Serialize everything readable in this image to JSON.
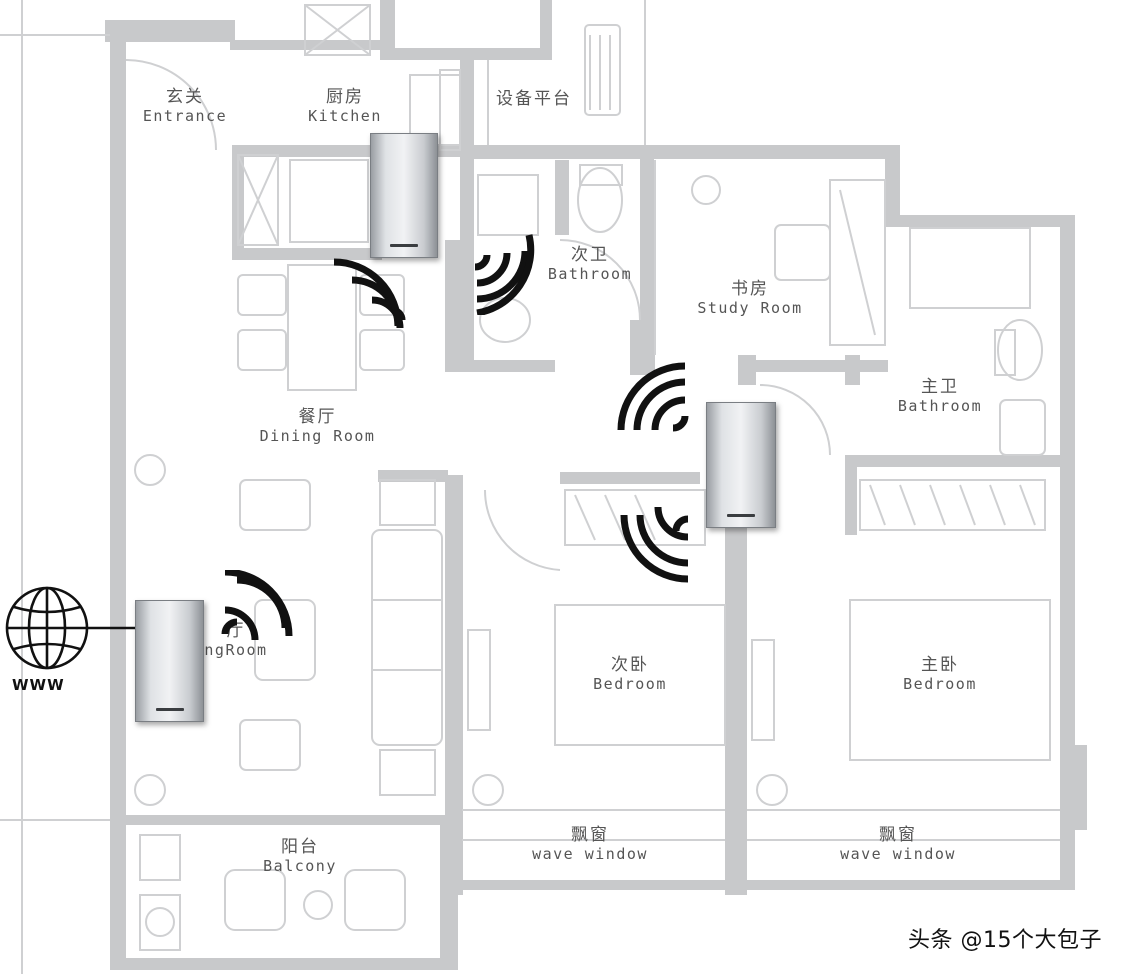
{
  "rooms": {
    "entrance": {
      "cn": "玄关",
      "en": "Entrance"
    },
    "kitchen": {
      "cn": "厨房",
      "en": "Kitchen"
    },
    "equipment": {
      "cn": "设备平台"
    },
    "bathroom2": {
      "cn": "次卫",
      "en": "Bathroom"
    },
    "study": {
      "cn": "书房",
      "en": "Study Room"
    },
    "master_bath": {
      "cn": "主卫",
      "en": "Bathroom"
    },
    "dining": {
      "cn": "餐厅",
      "en": "Dining Room"
    },
    "living": {
      "cn": "厅",
      "en": "ngRoom"
    },
    "bedroom2": {
      "cn": "次卧",
      "en": "Bedroom"
    },
    "master_bedroom": {
      "cn": "主卧",
      "en": "Bedroom"
    },
    "balcony": {
      "cn": "阳台",
      "en": "Balcony"
    },
    "wave_window_left": {
      "cn": "飘窗",
      "en": "wave window"
    },
    "wave_window_right": {
      "cn": "飘窗",
      "en": "wave window"
    }
  },
  "internet": {
    "label": "WWW",
    "icon": "globe-icon"
  },
  "watermark": "头条 @15个大包子",
  "colors": {
    "wall": "#c8c9cb",
    "line": "#d2d3d5",
    "signal": "#111111",
    "router": "#e6e8ea"
  }
}
